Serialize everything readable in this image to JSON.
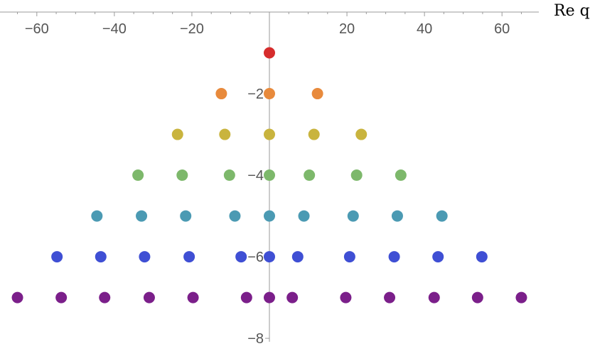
{
  "chart_data": {
    "type": "scatter",
    "xlabel": "Re q",
    "ylabel": "",
    "xlim": [
      -69.5,
      69.5
    ],
    "ylim": [
      -8.05,
      0
    ],
    "grid": false,
    "x_ticks": [
      -60,
      -40,
      -20,
      20,
      40,
      60
    ],
    "y_ticks": [
      -2,
      -4,
      -6,
      -8
    ],
    "x_tick_labels": [
      "−60",
      "−40",
      "−20",
      "20",
      "40",
      "60"
    ],
    "y_tick_labels": [
      "−2",
      "−4",
      "−6",
      "−8"
    ],
    "series": [
      {
        "color": "#d62c2c",
        "points": [
          [
            0,
            -1
          ]
        ]
      },
      {
        "color": "#e88a3c",
        "points": [
          [
            -12.4,
            -2
          ],
          [
            0,
            -2
          ],
          [
            12.4,
            -2
          ]
        ]
      },
      {
        "color": "#c9b43e",
        "points": [
          [
            -23.7,
            -3
          ],
          [
            -11.5,
            -3
          ],
          [
            0,
            -3
          ],
          [
            11.5,
            -3
          ],
          [
            23.7,
            -3
          ]
        ]
      },
      {
        "color": "#7db86b",
        "points": [
          [
            -33.9,
            -4
          ],
          [
            -22.5,
            -4
          ],
          [
            -10.3,
            -4
          ],
          [
            0,
            -4
          ],
          [
            10.3,
            -4
          ],
          [
            22.5,
            -4
          ],
          [
            33.9,
            -4
          ]
        ]
      },
      {
        "color": "#4b9ab3",
        "points": [
          [
            -44.5,
            -5
          ],
          [
            -33.0,
            -5
          ],
          [
            -21.6,
            -5
          ],
          [
            -8.9,
            -5
          ],
          [
            0,
            -5
          ],
          [
            8.9,
            -5
          ],
          [
            21.6,
            -5
          ],
          [
            33.0,
            -5
          ],
          [
            44.5,
            -5
          ]
        ]
      },
      {
        "color": "#3f4fd4",
        "points": [
          [
            -54.8,
            -6
          ],
          [
            -43.5,
            -6
          ],
          [
            -32.2,
            -6
          ],
          [
            -20.7,
            -6
          ],
          [
            -7.3,
            -6
          ],
          [
            0,
            -6
          ],
          [
            7.3,
            -6
          ],
          [
            20.7,
            -6
          ],
          [
            32.2,
            -6
          ],
          [
            43.5,
            -6
          ],
          [
            54.8,
            -6
          ]
        ]
      },
      {
        "color": "#7b1f8a",
        "points": [
          [
            -65.0,
            -7
          ],
          [
            -53.7,
            -7
          ],
          [
            -42.5,
            -7
          ],
          [
            -31.0,
            -7
          ],
          [
            -19.7,
            -7
          ],
          [
            -5.9,
            -7
          ],
          [
            0,
            -7
          ],
          [
            5.9,
            -7
          ],
          [
            19.7,
            -7
          ],
          [
            31.0,
            -7
          ],
          [
            42.5,
            -7
          ],
          [
            53.7,
            -7
          ],
          [
            65.0,
            -7
          ]
        ]
      }
    ]
  }
}
